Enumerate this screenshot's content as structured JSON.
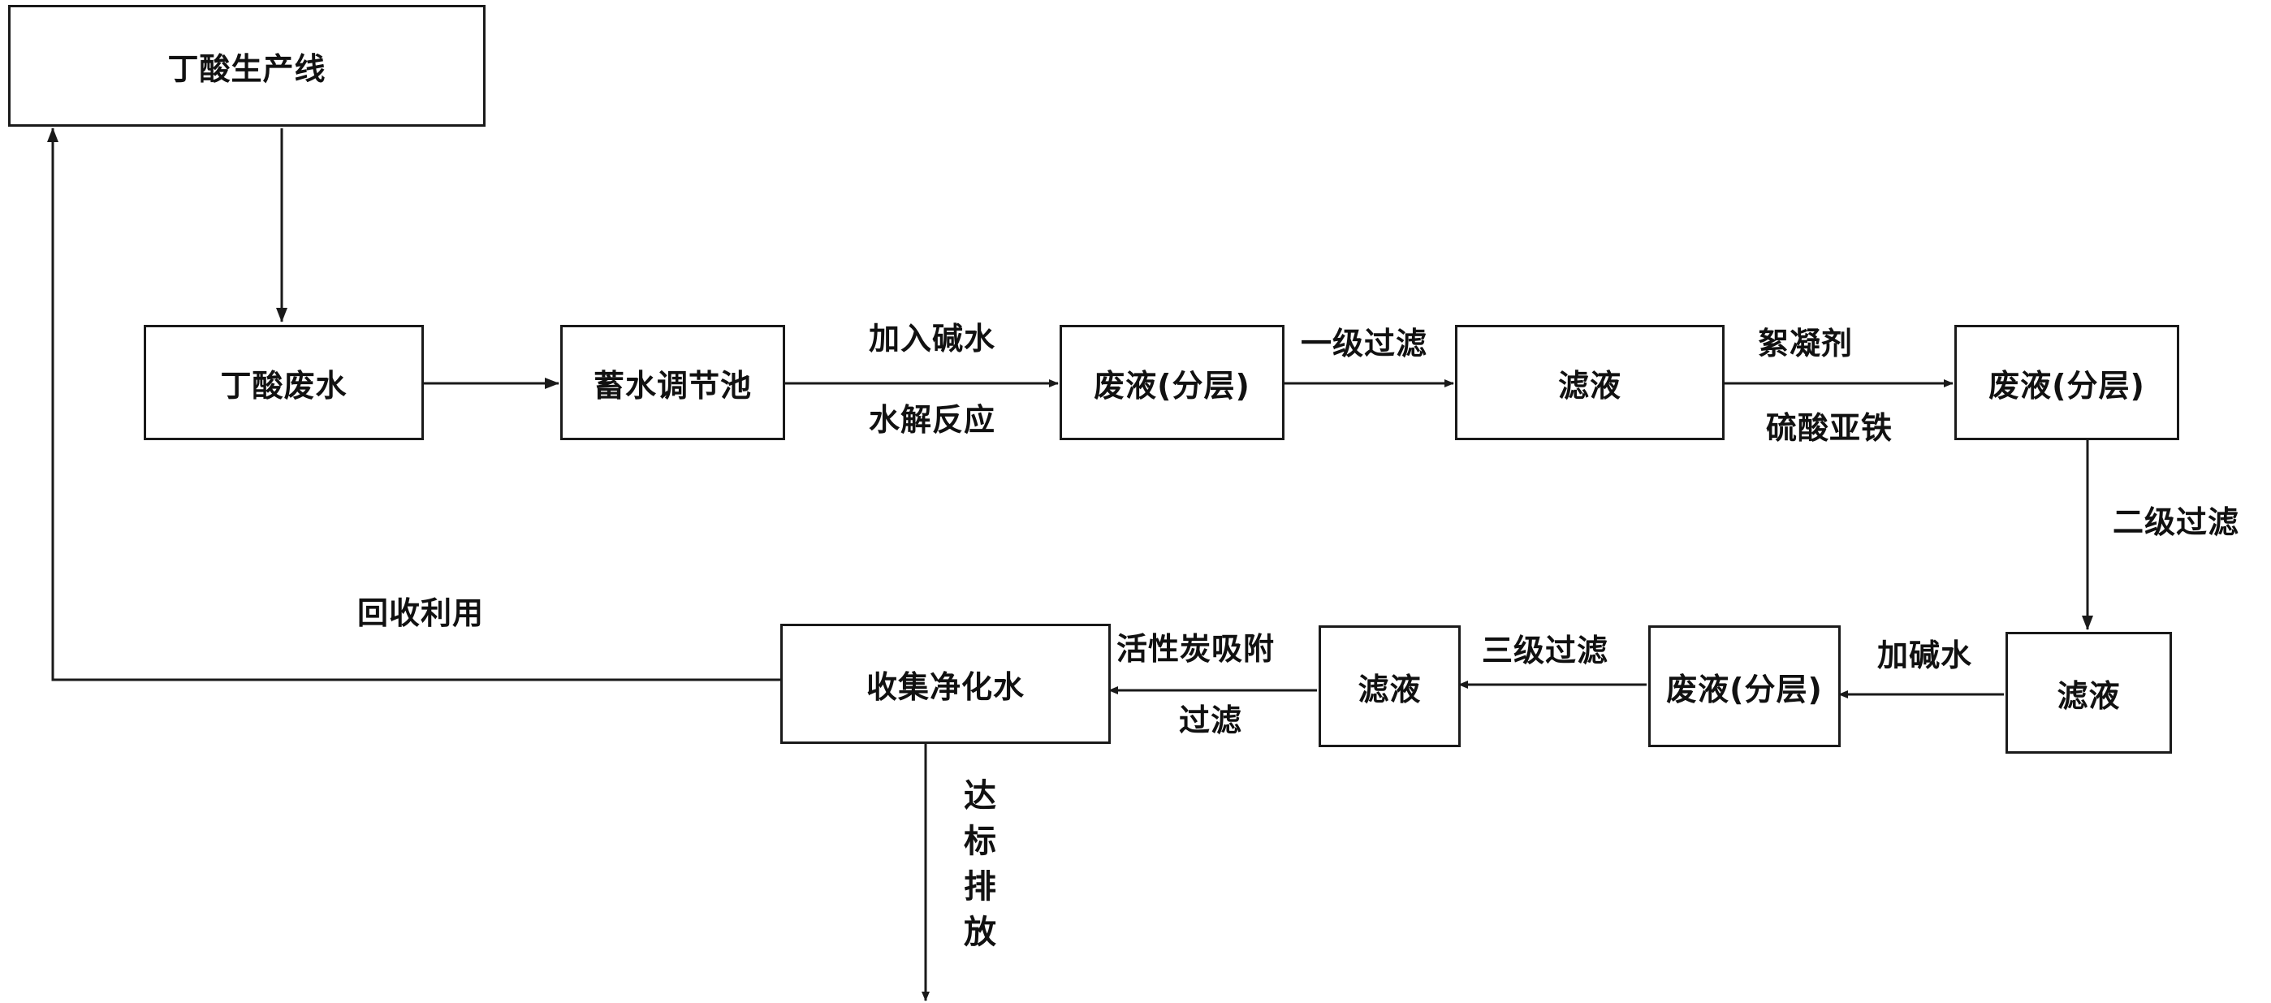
{
  "nodes": {
    "production_line": "丁酸生产线",
    "wastewater": "丁酸废水",
    "storage_tank": "蓄水调节池",
    "waste_liquid_1": "废液(分层)",
    "filtrate_1": "滤液",
    "waste_liquid_2": "废液(分层)",
    "filtrate_2": "滤液",
    "waste_liquid_3": "废液(分层)",
    "filtrate_3": "滤液",
    "purified_water": "收集净化水"
  },
  "labels": {
    "add_alkali_water": "加入碱水",
    "hydrolysis": "水解反应",
    "primary_filtration": "一级过滤",
    "flocculant": "絮凝剂",
    "ferrous_sulfate": "硫酸亚铁",
    "secondary_filtration": "二级过滤",
    "add_alkali": "加碱水",
    "tertiary_filtration": "三级过滤",
    "activated_carbon": "活性炭吸附",
    "filtration": "过滤",
    "recycle": "回收利用",
    "discharge": [
      "达",
      "标",
      "排",
      "放"
    ]
  },
  "colors": {
    "line": "#1a1a1a",
    "text": "#111111",
    "background": "#ffffff"
  }
}
